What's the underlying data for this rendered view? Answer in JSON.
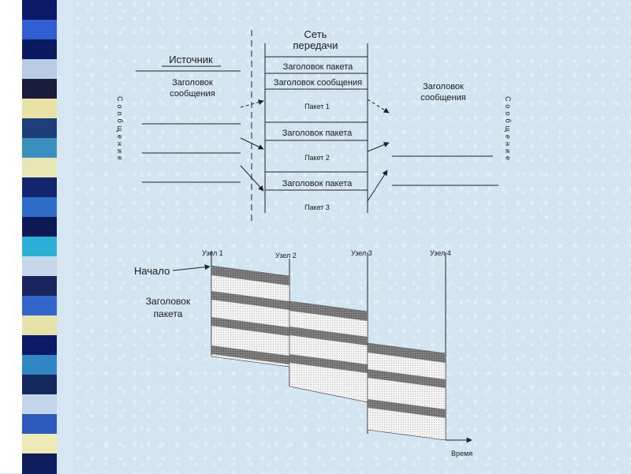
{
  "colors": {
    "background": "#d6e6f2",
    "strip": [
      "#0b1a66",
      "#2f5fd0",
      "#0a1a60",
      "#b8cce4",
      "#1b1b3c",
      "#e8e2a6",
      "#1c3f7a",
      "#3a8fbf",
      "#e9e6b4",
      "#11256e",
      "#2d6cc7",
      "#0d1a55",
      "#2bb0d8",
      "#c7d6e8",
      "#18245c",
      "#3366cc",
      "#e6e2aa",
      "#0b1a66",
      "#2f86c2",
      "#14285e",
      "#c4d5ea",
      "#2a5bbd",
      "#edeab6",
      "#0e1d5e"
    ],
    "band_fill": "#8c8c8c",
    "body_fill": "#f2f2f2"
  },
  "top": {
    "source_title": "Источник",
    "source_header_line1": "Заголовок",
    "source_header_line2": "сообщения",
    "message_vertical_left": "Сообщение",
    "message_vertical_right": "Сообщение",
    "network_title_line1": "Сеть",
    "network_title_line2": "передачи",
    "packet_header_top": "Заголовок пакета",
    "message_header_mid": "Заголовок сообщения",
    "packet1": "Пакет 1",
    "packet_header_2": "Заголовок пакета",
    "packet2": "Пакет 2",
    "packet_header_3": "Заголовок пакета",
    "packet3": "Пакет 3",
    "dest_header_line1": "Заголовок",
    "dest_header_line2": "сообщения"
  },
  "bottom": {
    "node1": "Узел 1",
    "node2": "Узел 2",
    "node3": "Узел 3",
    "node4": "Узел 4",
    "start_label": "Начало",
    "packet_header_line1": "Заголовок",
    "packet_header_line2": "пакета",
    "time_label": "Время"
  }
}
